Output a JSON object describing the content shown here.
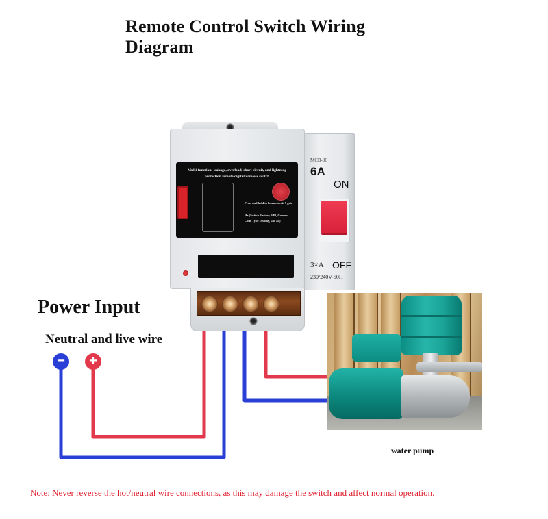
{
  "title": "Remote Control Switch Wiring Diagram",
  "device": {
    "screen_text": "Multi-function: leakage, overload, short circuit, and lightning protection remote digital wireless switch",
    "side_text_1": "Press and hold to learn circuit 5 grid",
    "side_text_2": "Hz (Switch Factory 4dB, Current Code Type Display, Use all)",
    "breaker": {
      "model": "MCB-06",
      "rating": "6A",
      "on_label": "ON",
      "off_label": "OFF",
      "poles": "3×A",
      "voltage": "230/240V-50H"
    }
  },
  "labels": {
    "power_input": "Power Input",
    "wire_label": "Neutral and live wire",
    "negative_symbol": "−",
    "positive_symbol": "+",
    "pump_label": "water pump"
  },
  "wiring": {
    "colors": {
      "neutral": "#2a3fd6",
      "live": "#e23a4c"
    },
    "terminals": [
      "live-in",
      "neutral-in",
      "neutral-out",
      "live-out"
    ]
  },
  "note": "Note: Never reverse the hot/neutral wire connections, as this may damage the switch and affect normal operation.",
  "colors": {
    "title": "#111111",
    "note": "#e0202f",
    "breaker_toggle": "#e23347",
    "pump_teal": "#1aa396"
  }
}
